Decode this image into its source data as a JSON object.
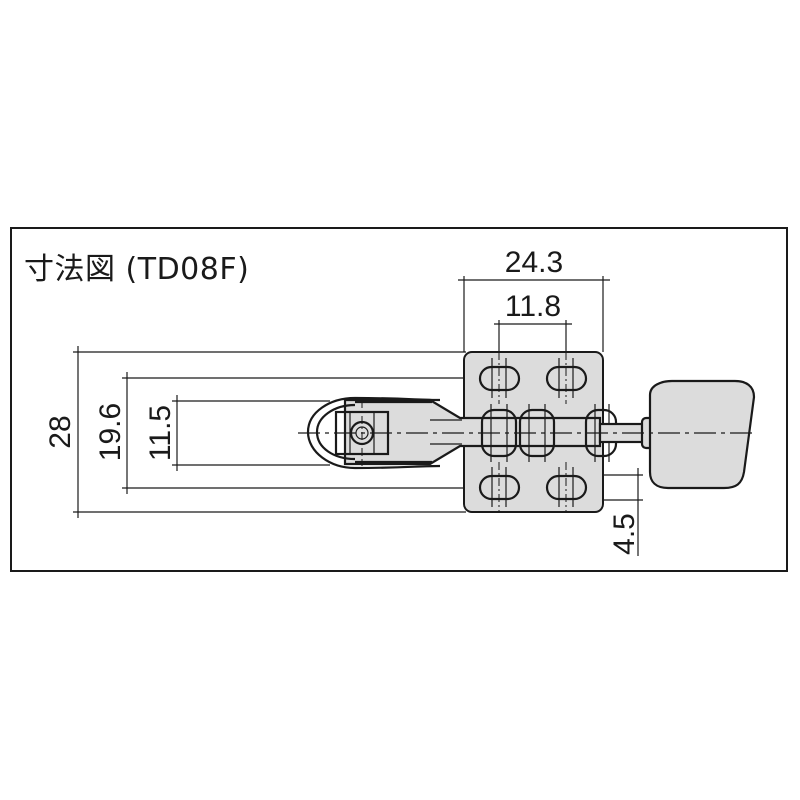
{
  "title": "寸法図 (TD08F)",
  "dimensions": {
    "overall_width": "24.3",
    "hole_pitch_x": "11.8",
    "height_total": "28",
    "height_mid": "19.6",
    "height_inner": "11.5",
    "offset_small": "4.5"
  },
  "colors": {
    "line": "#1a1a1a",
    "part_fill": "#dcdcdc",
    "background": "#ffffff"
  }
}
